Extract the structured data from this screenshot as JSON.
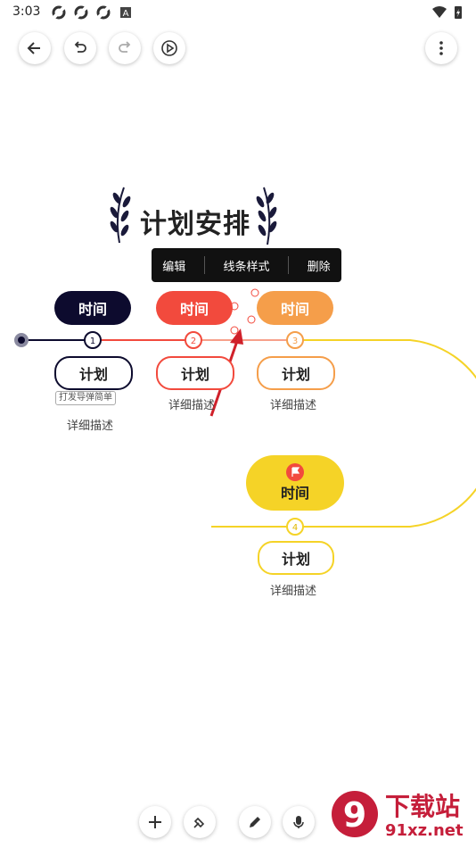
{
  "status_bar": {
    "time": "3:03",
    "left_icons": [
      "sync-icon",
      "sync-icon",
      "sync-icon",
      "a-icon"
    ],
    "right_icons": [
      "wifi-icon",
      "battery-icon"
    ]
  },
  "toolbar": {
    "buttons": [
      "back-icon",
      "undo-icon",
      "redo-icon",
      "play-icon"
    ],
    "more": "more-vertical-icon"
  },
  "title": "计划安排",
  "context_menu": {
    "items": [
      "编辑",
      "线条样式",
      "删除"
    ]
  },
  "nodes": [
    {
      "time": "时间",
      "number": "1",
      "plan": "计划",
      "detail": "详细描述",
      "tag": "打发导弹简单",
      "color": "#0d0b2e"
    },
    {
      "time": "时间",
      "number": "2",
      "plan": "计划",
      "detail": "详细描述",
      "color": "#f24a3d"
    },
    {
      "time": "时间",
      "number": "3",
      "plan": "计划",
      "detail": "详细描述",
      "color": "#f59e4a"
    },
    {
      "time": "时间",
      "number": "4",
      "plan": "计划",
      "detail": "详细描述",
      "color": "#f5d327",
      "flag": "flag-icon"
    }
  ],
  "bottom_toolbar": {
    "buttons": [
      "add-icon",
      "style-icon",
      "pen-icon",
      "mic-icon"
    ]
  },
  "watermark": {
    "logo": "9",
    "text": "下载站",
    "url": "91xz.net"
  }
}
